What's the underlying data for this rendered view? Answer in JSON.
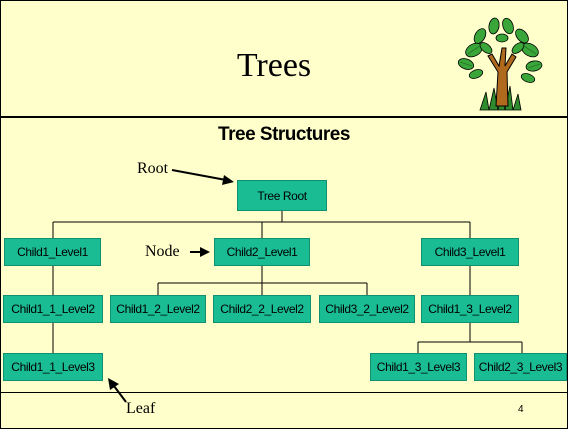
{
  "slide": {
    "title": "Trees",
    "subtitle": "Tree Structures",
    "page_number": "4"
  },
  "diagram": {
    "root": "Tree Root",
    "level1": [
      "Child1_Level1",
      "Child2_Level1",
      "Child3_Level1"
    ],
    "level2": [
      "Child1_1_Level2",
      "Child1_2_Level2",
      "Child2_2_Level2",
      "Child3_2_Level2",
      "Child1_3_Level2"
    ],
    "level3": [
      "Child1_1_Level3",
      "Child1_3_Level3",
      "Child2_3_Level3"
    ],
    "annotations": {
      "root_label": "Root",
      "node_label": "Node",
      "leaf_label": "Leaf"
    }
  },
  "colors": {
    "background": "#ffffcc",
    "node_fill": "#1abc94"
  }
}
